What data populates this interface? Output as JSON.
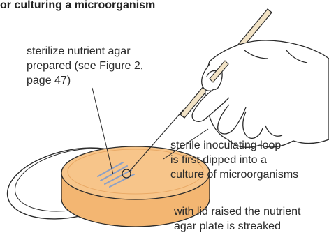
{
  "figure": {
    "title": "or culturing a microorganism"
  },
  "labels": {
    "sterilize_agar": "sterilize nutrient agar\nprepared (see Figure 2,\npage 47)",
    "inoculating_loop": "sterile inoculating loop\nis first dipped into a\nculture of microorganisms",
    "lid_raised": "with lid raised the nutrient\nagar plate is streaked"
  },
  "colors": {
    "agar": "#f7c58a",
    "agar_rim": "#f3b672",
    "dish_outline": "#2a2a2a",
    "streak": "#8aa0c8",
    "skin": "#ffffff",
    "loop_handle": "#f2e3c6"
  },
  "icons": [
    "petri-dish-lid",
    "petri-dish-base",
    "hand",
    "inoculating-loop"
  ]
}
